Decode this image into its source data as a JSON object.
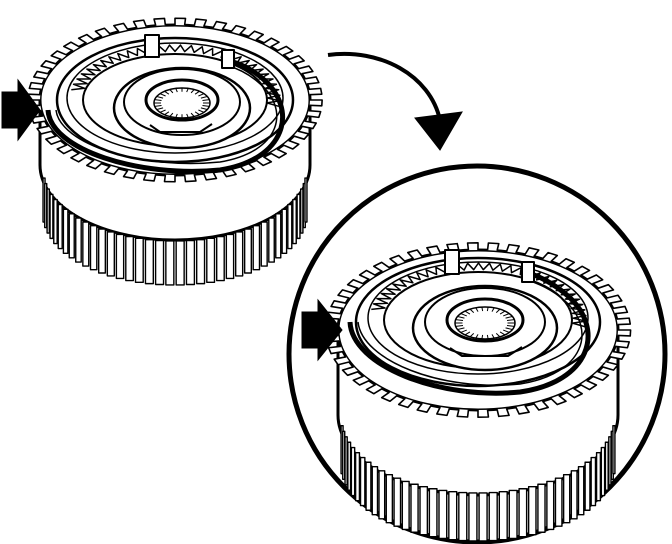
{
  "figure": {
    "subject": "synchronizer-gear-assembly",
    "views": [
      {
        "id": "overview",
        "label": ""
      },
      {
        "id": "detail-magnified",
        "label": ""
      }
    ],
    "callouts": [
      {
        "id": "spring-end-pointer-top",
        "target": "snap-spring-end"
      },
      {
        "id": "spring-end-pointer-detail",
        "target": "snap-spring-end"
      }
    ],
    "colors": {
      "ink": "#000000",
      "paper": "#ffffff"
    }
  }
}
